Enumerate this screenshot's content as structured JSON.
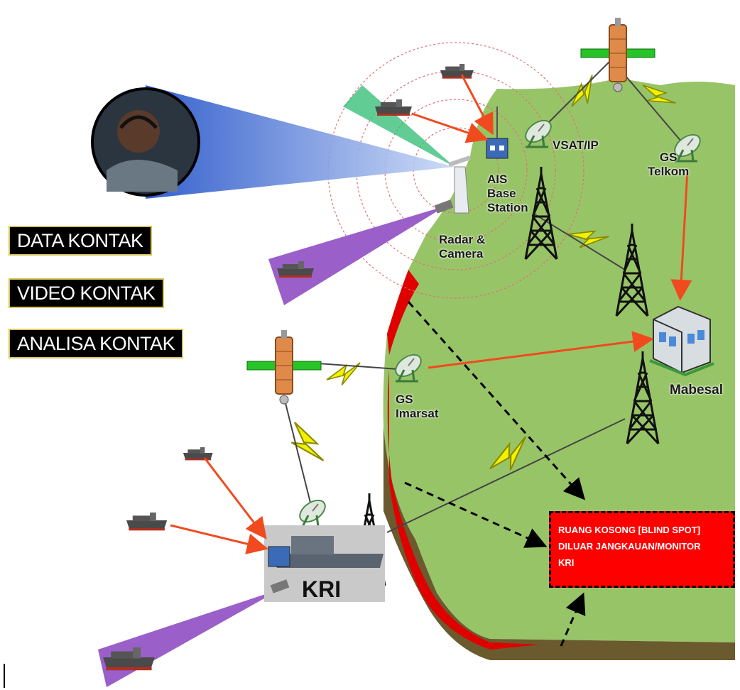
{
  "legend": {
    "data_kontak": "DATA  KONTAK",
    "video_kontak": "VIDEO  KONTAK",
    "analisa_kontak": "ANALISA KONTAK"
  },
  "labels": {
    "vsat_ip": "VSAT/IP",
    "gs_telkom_1": "GS",
    "gs_telkom_2": "Telkom",
    "ais_1": "AIS",
    "ais_2": "Base",
    "ais_3": "Station",
    "radar_1": "Radar &",
    "radar_2": "Camera",
    "mabesal": "Mabesal",
    "gs_imarsat_1": "GS",
    "gs_imarsat_2": "Imarsat",
    "kri": "KRI"
  },
  "blind_spot": {
    "line1": "RUANG KOSONG [BLIND SPOT]",
    "line2": "DILUAR JANGKAUAN/MONITOR",
    "line3": "KRI"
  },
  "colors": {
    "land": "#98c468",
    "land_edge": "#6b5a2e",
    "coast_red": "#e00000",
    "arrow_red": "#f04a1e",
    "lightning": "#f2f200",
    "beam_blue": "#3a6fd8",
    "beam_green": "#3bbf7a",
    "beam_purple": "#9a5fc8"
  },
  "icons": [
    "satellite-icon",
    "satellite-dish-icon",
    "radio-tower-icon",
    "ship-icon",
    "building-icon",
    "operator-photo-icon",
    "radar-camera-icon",
    "lightning-link-icon"
  ]
}
